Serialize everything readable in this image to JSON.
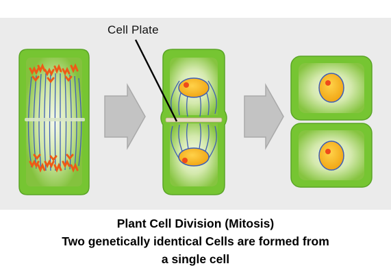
{
  "diagram": {
    "label_cell_plate": "Cell Plate",
    "caption_title": "Plant Cell Division (Mitosis)",
    "caption_line_2": "Two genetically identical Cells are formed from",
    "caption_line_3": "a single cell",
    "colors": {
      "cell_wall": "#78c634",
      "cytoplasm_center": "#f3f8e8",
      "spindle": "#3f5fb4",
      "chromosome": "#ee5a16",
      "nucleus": "#f9b81d",
      "nucleolus": "#ee4a1a",
      "arrow": "#c2c2c2",
      "background": "#eaeaea"
    },
    "stages": [
      "anaphase-cell",
      "telophase-cell",
      "daughter-cells"
    ]
  }
}
